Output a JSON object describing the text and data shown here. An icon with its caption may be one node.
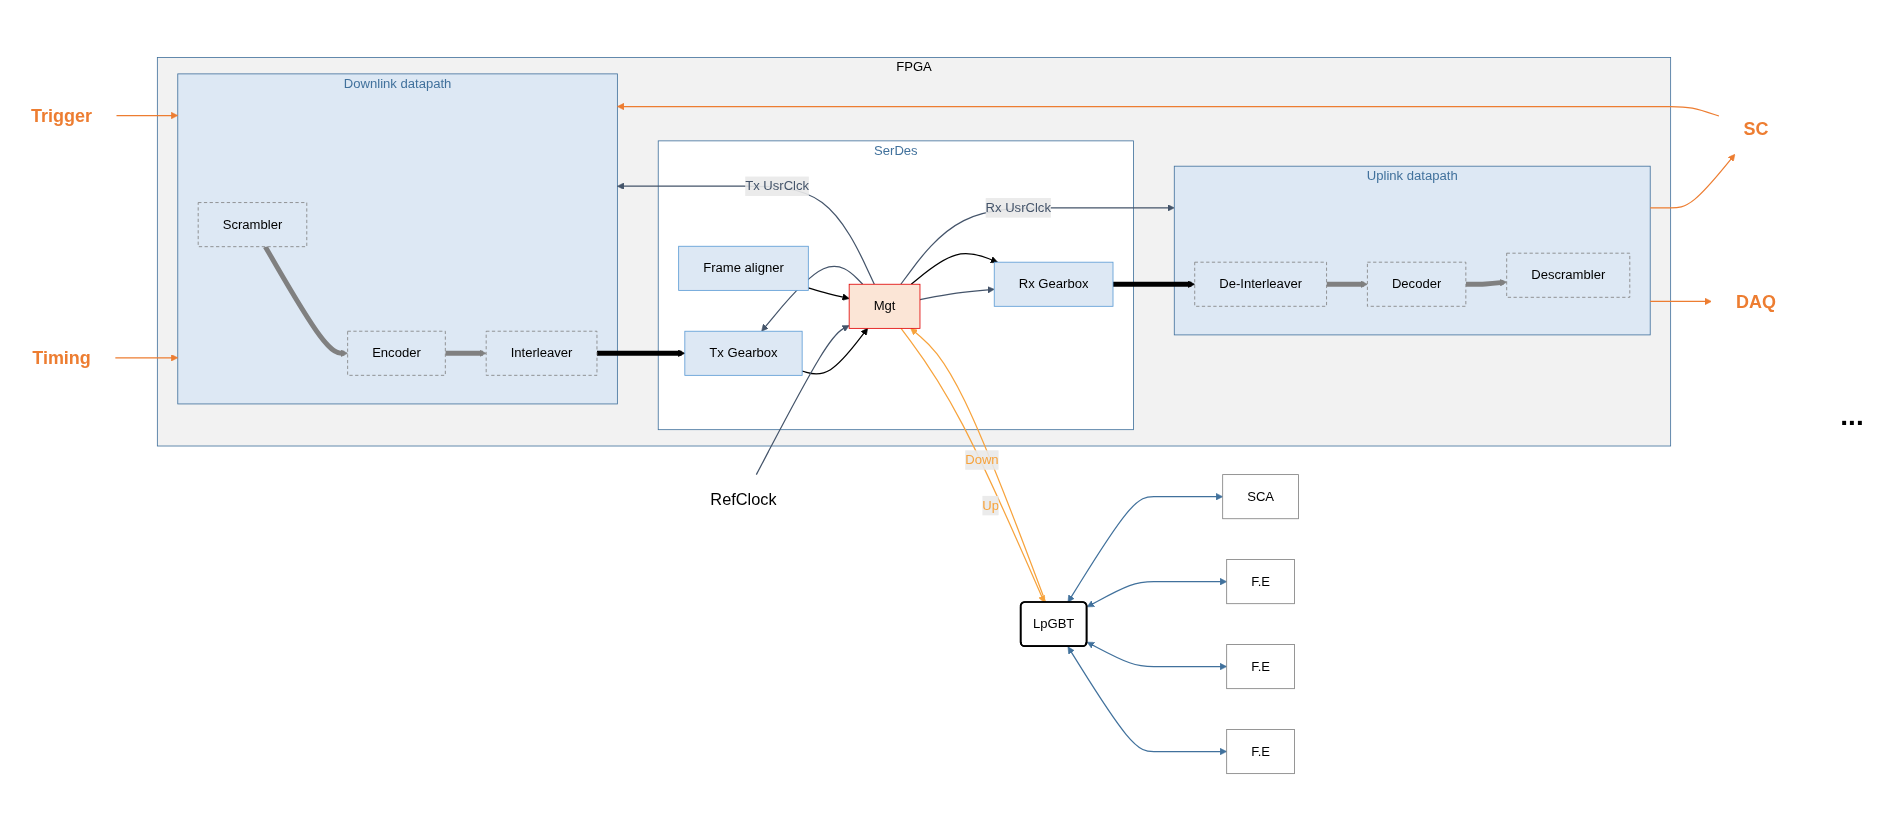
{
  "diagram": {
    "nodes": [
      {
        "text": [
          "Timing"
        ]
      },
      {
        "text": [
          "Trigger"
        ]
      },
      {
        "text": [
          "SC"
        ]
      },
      {
        "text": [
          "DAQ"
        ]
      },
      {
        "text": [
          "FPGA"
        ]
      },
      {
        "text": [
          "Downlink datapath"
        ],
        "in": 4
      },
      {
        "text": [
          "Scrambler"
        ],
        "in": 5
      },
      {
        "text": [
          "Encoder"
        ],
        "in": 5
      },
      {
        "text": [
          "Interleaver"
        ],
        "in": 5
      },
      {
        "text": [
          "Uplink datapath"
        ],
        "in": 4
      },
      {
        "text": [
          "Descrambler"
        ],
        "in": 9
      },
      {
        "text": [
          "Decoder"
        ],
        "in": 9
      },
      {
        "text": [
          "De-Interleaver"
        ],
        "in": 9
      },
      {
        "text": [
          "SerDes"
        ],
        "in": 4
      },
      {
        "text": [
          "Tx Gearbox"
        ],
        "in": 13
      },
      {
        "text": [
          "Mgt"
        ],
        "in": 13
      },
      {
        "text": [
          "Rx Gearbox"
        ],
        "in": 13
      },
      {
        "text": [
          "Frame aligner"
        ],
        "in": 13
      },
      {
        "text": [
          "RefClock"
        ]
      },
      {
        "text": [
          "SCA"
        ]
      },
      {
        "text": [
          "LpGBT"
        ]
      },
      {
        "text": [
          "F.E"
        ]
      },
      {
        "text": [
          "F.E"
        ]
      },
      {
        "text": [
          "F.E"
        ]
      }
    ],
    "edges": [
      {
        "from": 0,
        "to": 5,
        "arrow": "to",
        "color": "#ed7d31"
      },
      {
        "from": 1,
        "to": 5,
        "arrow": "to",
        "color": "#ed7d31"
      },
      {
        "from": 2,
        "to": 5,
        "arrow": "to",
        "color": "#ed7d31"
      },
      {
        "from": 9,
        "to": 2,
        "arrow": "to",
        "color": "#ed7d31"
      },
      {
        "from": 9,
        "to": 3,
        "arrow": "to",
        "color": "#ed7d31"
      },
      {
        "from": 6,
        "to": 7,
        "arrow": "to",
        "style": "thick",
        "color": "#808080"
      },
      {
        "from": 7,
        "to": 8,
        "arrow": "to",
        "style": "thick",
        "color": "#808080"
      },
      {
        "from": 8,
        "to": 14,
        "arrow": "to",
        "style": "thick",
        "color": "#000000"
      },
      {
        "from": 14,
        "to": 15,
        "arrow": "to",
        "color": "#000000"
      },
      {
        "from": 18,
        "to": 15,
        "arrow": "to",
        "color": "#44546a"
      },
      {
        "from": 15,
        "to": 5,
        "arrow": "to",
        "label": "Tx UsrClck",
        "color": "#44546a"
      },
      {
        "from": 15,
        "to": 14,
        "arrow": "to",
        "color": "#44546a"
      },
      {
        "from": 15,
        "to": 9,
        "arrow": "to",
        "label": "Rx UsrClck",
        "color": "#44546a"
      },
      {
        "from": 15,
        "to": 16,
        "arrow": "to",
        "color": "#44546a"
      },
      {
        "from": 15,
        "to": 16,
        "arrow": "to",
        "color": "#000000"
      },
      {
        "from": 16,
        "to": 12,
        "arrow": "to",
        "style": "thick",
        "color": "#000000"
      },
      {
        "from": 12,
        "to": 11,
        "arrow": "to",
        "style": "thick",
        "color": "#808080"
      },
      {
        "from": 11,
        "to": 10,
        "arrow": "to",
        "style": "thick",
        "color": "#808080"
      },
      {
        "from": 17,
        "to": 15,
        "arrow": "to",
        "color": "#000000"
      },
      {
        "from": 15,
        "to": 20,
        "arrow": "to",
        "label": "Down",
        "color": "#f7a33c"
      },
      {
        "from": 20,
        "to": 15,
        "arrow": "to",
        "label": "Up",
        "color": "#f7a33c"
      },
      {
        "from": 20,
        "to": 19,
        "arrow": "both",
        "color": "#41719c"
      },
      {
        "from": 20,
        "to": 21,
        "arrow": "both",
        "color": "#41719c"
      },
      {
        "from": 20,
        "to": 22,
        "arrow": "both",
        "color": "#41719c"
      },
      {
        "from": 20,
        "to": 23,
        "arrow": "both",
        "color": "#41719c"
      }
    ],
    "labels": [
      "..."
    ]
  }
}
